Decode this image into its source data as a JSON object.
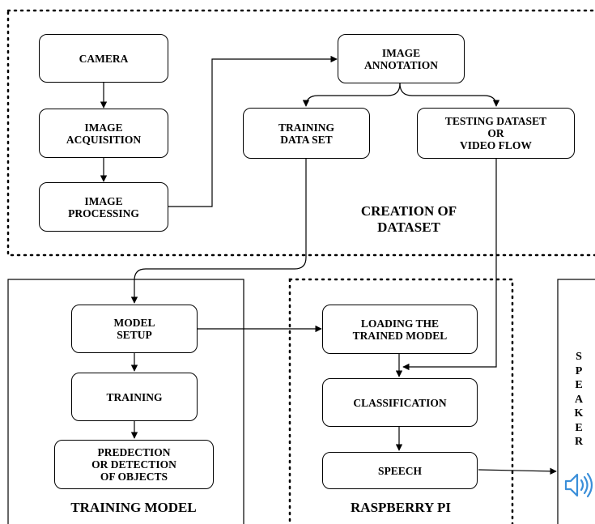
{
  "regions": {
    "creation_of_dataset": "CREATION OF\nDATASET",
    "training_model": "TRAINING MODEL",
    "raspberry_pi": "RASPBERRY PI",
    "speaker": "S\nP\nE\nA\nK\nE\nR"
  },
  "nodes": {
    "camera": "CAMERA",
    "image_acquisition": "IMAGE\nACQUISITION",
    "image_processing": "IMAGE\nPROCESSING",
    "image_annotation": "IMAGE\nANNOTATION",
    "training_data_set": "TRAINING\nDATA SET",
    "testing_dataset": "TESTING DATASET\nOR\nVIDEO FLOW",
    "model_setup": "MODEL\nSETUP",
    "training": "TRAINING",
    "prediction": "PREDECTION\nOR DETECTION\nOF OBJECTS",
    "loading_trained_model": "LOADING THE\nTRAINED MODEL",
    "classification": "CLASSIFICATION",
    "speech": "SPEECH"
  },
  "icons": {
    "speaker": "speaker-volume-icon",
    "speaker_color": "#3b8fd9"
  }
}
